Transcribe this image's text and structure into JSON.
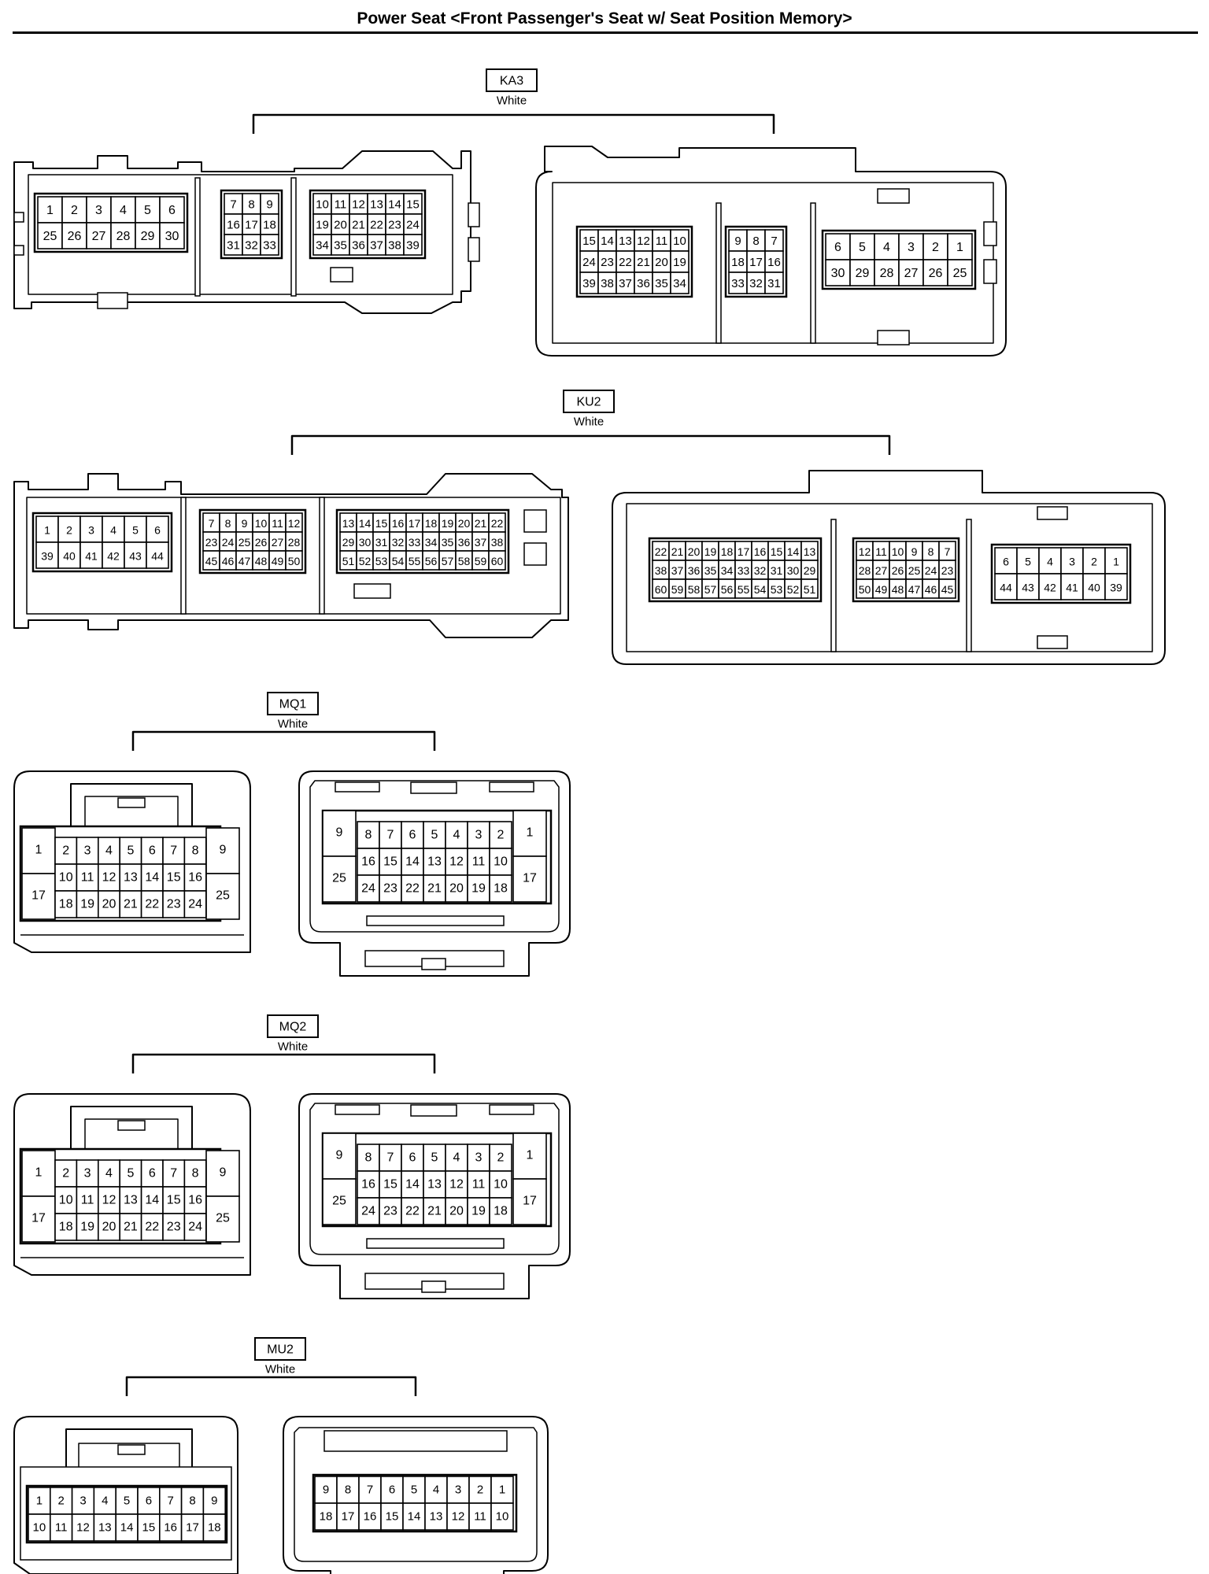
{
  "title": "Power Seat <Front Passenger's Seat w/ Seat Position Memory>",
  "connectors": [
    {
      "id": "KA3",
      "color": "White",
      "views": [
        {
          "groups": [
            {
              "rows": [
                [
                  "1",
                  "2",
                  "3",
                  "4",
                  "5",
                  "6"
                ],
                [
                  "25",
                  "26",
                  "27",
                  "28",
                  "29",
                  "30"
                ]
              ]
            },
            {
              "rows": [
                [
                  "7",
                  "8",
                  "9"
                ],
                [
                  "16",
                  "17",
                  "18"
                ],
                [
                  "31",
                  "32",
                  "33"
                ]
              ]
            },
            {
              "rows": [
                [
                  "10",
                  "11",
                  "12",
                  "13",
                  "14",
                  "15"
                ],
                [
                  "19",
                  "20",
                  "21",
                  "22",
                  "23",
                  "24"
                ],
                [
                  "34",
                  "35",
                  "36",
                  "37",
                  "38",
                  "39"
                ]
              ]
            }
          ]
        },
        {
          "groups": [
            {
              "rows": [
                [
                  "15",
                  "14",
                  "13",
                  "12",
                  "11",
                  "10"
                ],
                [
                  "24",
                  "23",
                  "22",
                  "21",
                  "20",
                  "19"
                ],
                [
                  "39",
                  "38",
                  "37",
                  "36",
                  "35",
                  "34"
                ]
              ]
            },
            {
              "rows": [
                [
                  "9",
                  "8",
                  "7"
                ],
                [
                  "18",
                  "17",
                  "16"
                ],
                [
                  "33",
                  "32",
                  "31"
                ]
              ]
            },
            {
              "rows": [
                [
                  "6",
                  "5",
                  "4",
                  "3",
                  "2",
                  "1"
                ],
                [
                  "30",
                  "29",
                  "28",
                  "27",
                  "26",
                  "25"
                ]
              ]
            }
          ]
        }
      ]
    },
    {
      "id": "KU2",
      "color": "White",
      "views": [
        {
          "groups": [
            {
              "rows": [
                [
                  "1",
                  "2",
                  "3",
                  "4",
                  "5",
                  "6"
                ],
                [
                  "39",
                  "40",
                  "41",
                  "42",
                  "43",
                  "44"
                ]
              ]
            },
            {
              "rows": [
                [
                  "7",
                  "8",
                  "9",
                  "10",
                  "11",
                  "12"
                ],
                [
                  "23",
                  "24",
                  "25",
                  "26",
                  "27",
                  "28"
                ],
                [
                  "45",
                  "46",
                  "47",
                  "48",
                  "49",
                  "50"
                ]
              ]
            },
            {
              "rows": [
                [
                  "13",
                  "14",
                  "15",
                  "16",
                  "17",
                  "18",
                  "19",
                  "20",
                  "21",
                  "22"
                ],
                [
                  "29",
                  "30",
                  "31",
                  "32",
                  "33",
                  "34",
                  "35",
                  "36",
                  "37",
                  "38"
                ],
                [
                  "51",
                  "52",
                  "53",
                  "54",
                  "55",
                  "56",
                  "57",
                  "58",
                  "59",
                  "60"
                ]
              ]
            }
          ]
        },
        {
          "groups": [
            {
              "rows": [
                [
                  "22",
                  "21",
                  "20",
                  "19",
                  "18",
                  "17",
                  "16",
                  "15",
                  "14",
                  "13"
                ],
                [
                  "38",
                  "37",
                  "36",
                  "35",
                  "34",
                  "33",
                  "32",
                  "31",
                  "30",
                  "29"
                ],
                [
                  "60",
                  "59",
                  "58",
                  "57",
                  "56",
                  "55",
                  "54",
                  "53",
                  "52",
                  "51"
                ]
              ]
            },
            {
              "rows": [
                [
                  "12",
                  "11",
                  "10",
                  "9",
                  "8",
                  "7"
                ],
                [
                  "28",
                  "27",
                  "26",
                  "25",
                  "24",
                  "23"
                ],
                [
                  "50",
                  "49",
                  "48",
                  "47",
                  "46",
                  "45"
                ]
              ]
            },
            {
              "rows": [
                [
                  "6",
                  "5",
                  "4",
                  "3",
                  "2",
                  "1"
                ],
                [
                  "44",
                  "43",
                  "42",
                  "41",
                  "40",
                  "39"
                ]
              ]
            }
          ]
        }
      ]
    },
    {
      "id": "MQ1",
      "color": "White",
      "views": [
        {
          "left": [
            "1",
            "17"
          ],
          "rows": [
            [
              "2",
              "3",
              "4",
              "5",
              "6",
              "7",
              "8"
            ],
            [
              "10",
              "11",
              "12",
              "13",
              "14",
              "15",
              "16"
            ],
            [
              "18",
              "19",
              "20",
              "21",
              "22",
              "23",
              "24"
            ]
          ],
          "right": [
            "9",
            "25"
          ]
        },
        {
          "left": [
            "9",
            "25"
          ],
          "rows": [
            [
              "8",
              "7",
              "6",
              "5",
              "4",
              "3",
              "2"
            ],
            [
              "16",
              "15",
              "14",
              "13",
              "12",
              "11",
              "10"
            ],
            [
              "24",
              "23",
              "22",
              "21",
              "20",
              "19",
              "18"
            ]
          ],
          "right": [
            "1",
            "17"
          ]
        }
      ]
    },
    {
      "id": "MQ2",
      "color": "White",
      "views": [
        {
          "left": [
            "1",
            "17"
          ],
          "rows": [
            [
              "2",
              "3",
              "4",
              "5",
              "6",
              "7",
              "8"
            ],
            [
              "10",
              "11",
              "12",
              "13",
              "14",
              "15",
              "16"
            ],
            [
              "18",
              "19",
              "20",
              "21",
              "22",
              "23",
              "24"
            ]
          ],
          "right": [
            "9",
            "25"
          ]
        },
        {
          "left": [
            "9",
            "25"
          ],
          "rows": [
            [
              "8",
              "7",
              "6",
              "5",
              "4",
              "3",
              "2"
            ],
            [
              "16",
              "15",
              "14",
              "13",
              "12",
              "11",
              "10"
            ],
            [
              "24",
              "23",
              "22",
              "21",
              "20",
              "19",
              "18"
            ]
          ],
          "right": [
            "1",
            "17"
          ]
        }
      ]
    },
    {
      "id": "MU2",
      "color": "White",
      "views": [
        {
          "rows": [
            [
              "1",
              "2",
              "3",
              "4",
              "5",
              "6",
              "7",
              "8",
              "9"
            ],
            [
              "10",
              "11",
              "12",
              "13",
              "14",
              "15",
              "16",
              "17",
              "18"
            ]
          ]
        },
        {
          "rows": [
            [
              "9",
              "8",
              "7",
              "6",
              "5",
              "4",
              "3",
              "2",
              "1"
            ],
            [
              "18",
              "17",
              "16",
              "15",
              "14",
              "13",
              "12",
              "11",
              "10"
            ]
          ]
        }
      ]
    }
  ]
}
